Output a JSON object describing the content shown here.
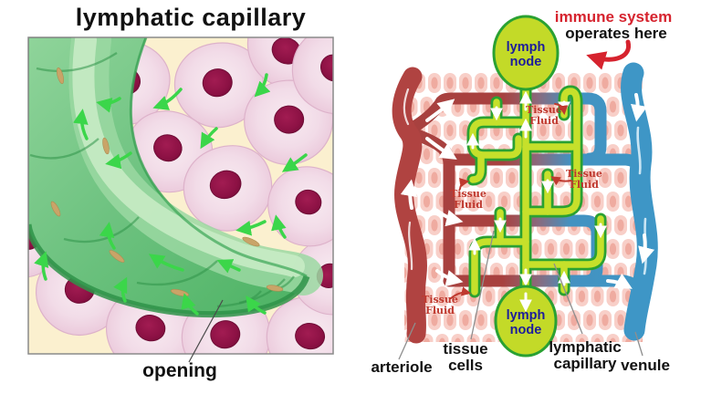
{
  "left": {
    "title": "lymphatic capillary",
    "opening": "opening"
  },
  "right": {
    "immune": {
      "line1": "immune system",
      "line2": "operates here"
    },
    "node": {
      "line1": "lymph",
      "line2": "node"
    },
    "tissue_fluid": {
      "line1": "Tissue",
      "line2": "Fluid"
    },
    "labels": {
      "arteriole": "arteriole",
      "tissue1": "tissue",
      "tissue2": "cells",
      "lymph1": "lymphatic",
      "lymph2": "capillary",
      "venule": "venule"
    }
  },
  "colors": {
    "immune_red": "#d6232e",
    "tf_red": "#bf392f",
    "node_text": "#1c1c9c",
    "node_fill": "#c3da28",
    "lymph_border": "#2aa132",
    "lymph_fill": "#c6e02b",
    "arteriole_red": "#b04341",
    "venule_blue": "#3e96c6",
    "tissue_cell_pink": "#f8cfc8",
    "tissue_dot_pink": "#efaba0",
    "panel_cream": "#fbf0cf",
    "cell_pink": "#efd5e3",
    "nucleus_maroon": "#8c1144",
    "capillary_green": "#63bd77",
    "arrow_green": "#3bd64a"
  }
}
